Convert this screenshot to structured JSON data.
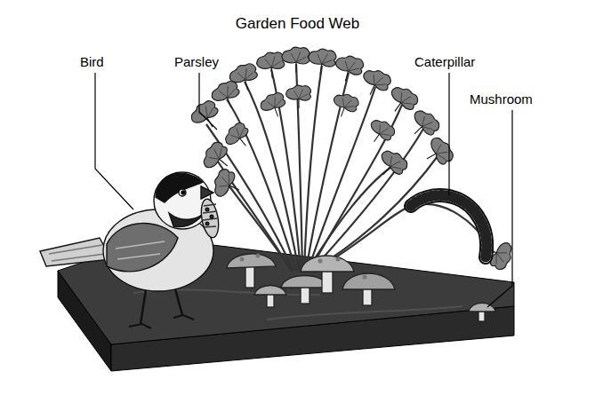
{
  "diagram": {
    "title": "Garden Food Web",
    "labels": [
      "Bird",
      "Parsley",
      "Caterpillar",
      "Mushroom"
    ]
  }
}
